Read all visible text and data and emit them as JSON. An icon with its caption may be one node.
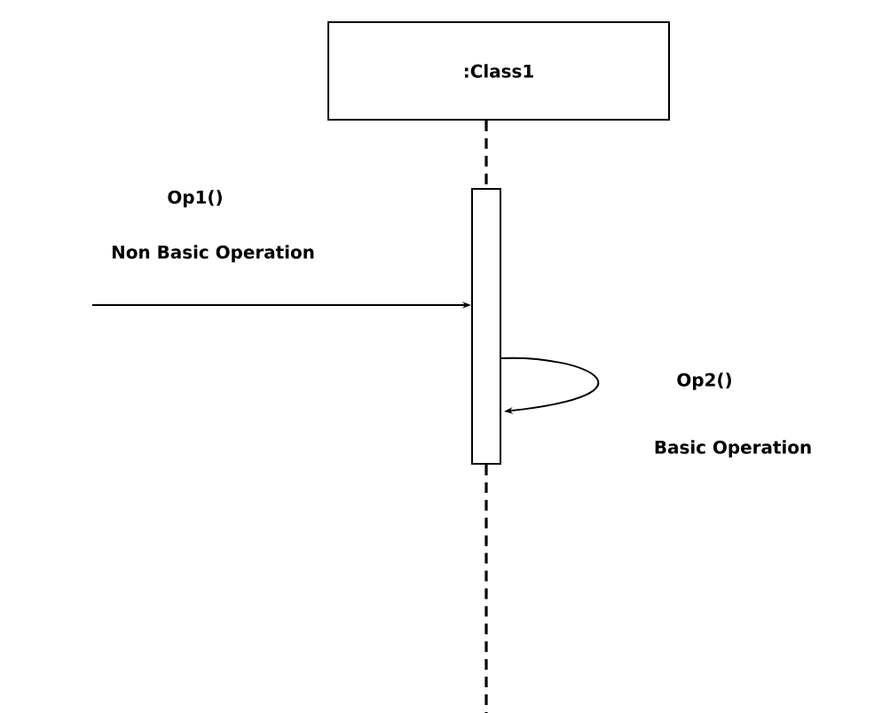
{
  "diagram": {
    "nodes": [
      {
        "text": [
          ":Class1"
        ]
      },
      {
        "text": [],
        "shape": "bar"
      }
    ],
    "edges": [
      {
        "from": 0,
        "to": 1,
        "arrow": "none",
        "style": "dashed"
      },
      {
        "from": null,
        "to": 1,
        "arrow": "to",
        "label": "Non Basic Operation"
      },
      {
        "from": 1,
        "to": 1,
        "arrow": "to",
        "label": "Op2()"
      },
      {
        "from": 1,
        "to": null,
        "arrow": "none",
        "style": "dashed"
      }
    ],
    "labels": [
      "Op1()",
      "Basic Operation"
    ]
  }
}
